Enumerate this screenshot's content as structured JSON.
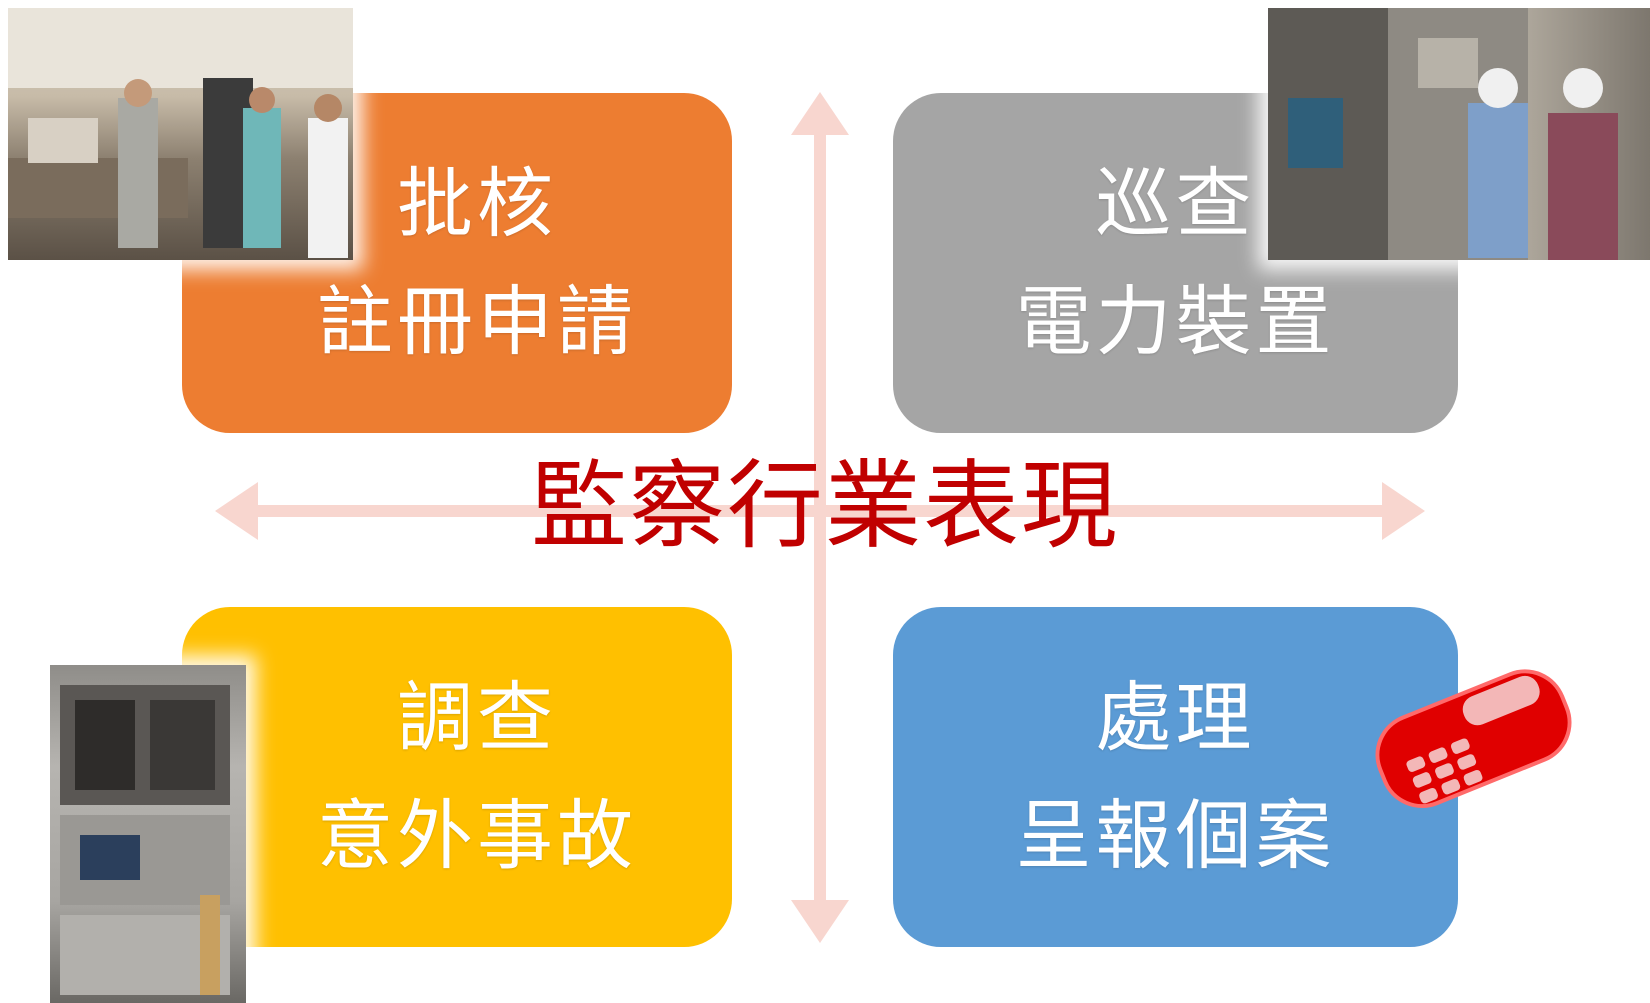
{
  "center_title": "監察行業表現",
  "quadrants": {
    "top_left": {
      "line1": "批核",
      "line2": "註冊申請",
      "color": "#ed7d31"
    },
    "top_right": {
      "line1": "巡查",
      "line2": "電力裝置",
      "color": "#a5a5a5"
    },
    "bottom_left": {
      "line1": "調查",
      "line2": "意外事故",
      "color": "#ffc000"
    },
    "bottom_right": {
      "line1": "處理",
      "line2": "呈報個案",
      "color": "#5b9bd5"
    }
  },
  "colors": {
    "arrow": "#f8d6cf",
    "title": "#c00000"
  },
  "icons": {
    "phone": "red-phone-icon"
  }
}
